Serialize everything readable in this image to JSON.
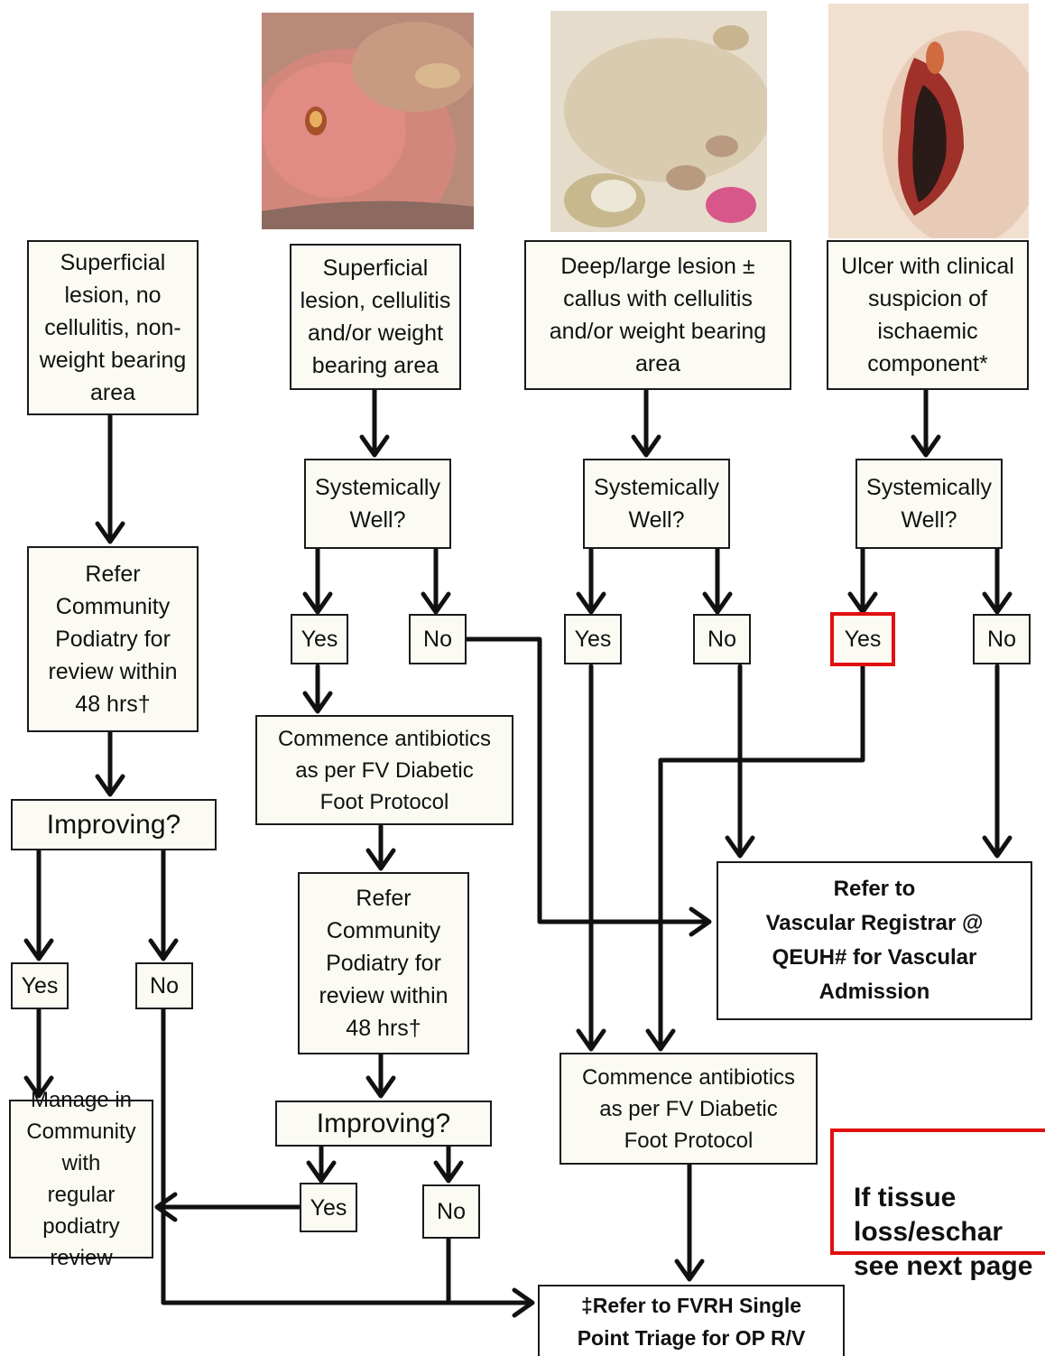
{
  "photos": [
    {
      "name": "photo-superficial-cellulitis",
      "subject": "red swollen toe with small ulcer"
    },
    {
      "name": "photo-deep-lesion",
      "subject": "foot with callused toes and deep lesion"
    },
    {
      "name": "photo-ischaemic-ulcer",
      "subject": "heel ulcer with dark eschar"
    }
  ],
  "col1": {
    "category": "Superficial\nlesion, no\ncellulitis, non-\nweight bearing\narea",
    "refer": "Refer\nCommunity\nPodiatry for\nreview within\n48 hrs†",
    "improving": "Improving?",
    "yes": "Yes",
    "no": "No",
    "manage": "Manage in\nCommunity with\nregular podiatry\nreview"
  },
  "col2": {
    "category": "Superficial\nlesion, cellulitis\nand/or weight\nbearing area",
    "systemic": "Systemically\nWell?",
    "yes": "Yes",
    "no": "No",
    "antibiotics": "Commence antibiotics\nas per FV Diabetic\nFoot Protocol",
    "refer": "Refer\nCommunity\nPodiatry for\nreview within\n48 hrs†",
    "improving": "Improving?",
    "yes2": "Yes",
    "no2": "No"
  },
  "col3": {
    "category": "Deep/large lesion ±\ncallus with cellulitis\nand/or weight bearing\narea",
    "systemic": "Systemically\nWell?",
    "yes": "Yes",
    "no": "No",
    "antibiotics": "Commence antibiotics\nas per FV Diabetic\nFoot Protocol"
  },
  "col4": {
    "category": "Ulcer with clinical\nsuspicion of\nischaemic\ncomponent*",
    "systemic": "Systemically\nWell?",
    "yes": "Yes",
    "no": "No"
  },
  "vascular": "Refer to\nVascular Registrar @\nQEUH# for Vascular\nAdmission",
  "triage": "‡Refer to FVRH Single\nPoint Triage for OP R/V",
  "note": "If tissue\nloss/eschar\nsee next page",
  "colors": {
    "highlight": "#e01010",
    "box_fill": "#fbfbf3",
    "line": "#111111"
  }
}
